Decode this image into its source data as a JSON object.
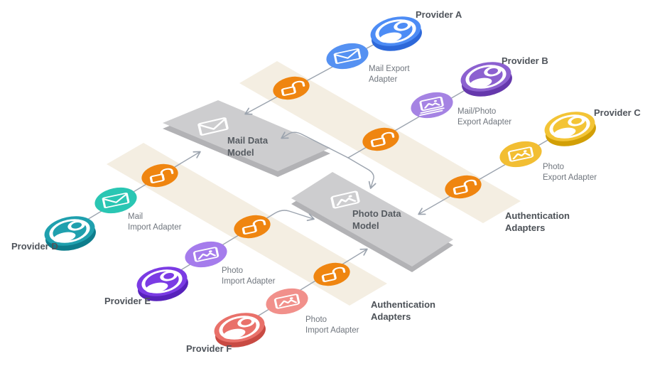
{
  "diagram": {
    "providers": [
      {
        "label": "Provider A"
      },
      {
        "label": "Provider B"
      },
      {
        "label": "Provider C"
      },
      {
        "label": "Provider D"
      },
      {
        "label": "Provider E"
      },
      {
        "label": "Provider F"
      }
    ],
    "adapters": [
      {
        "label": "Mail Export\nAdapter"
      },
      {
        "label": "Mail/Photo\nExport Adapter"
      },
      {
        "label": "Photo\nExport Adapter"
      },
      {
        "label": "Mail\nImport Adapter"
      },
      {
        "label": "Photo\nImport Adapter"
      },
      {
        "label": "Photo\nImport Adapter"
      }
    ],
    "models": [
      {
        "label": "Mail Data\nModel"
      },
      {
        "label": "Photo Data\nModel"
      }
    ],
    "zones": [
      {
        "label": "Authentication\nAdapters"
      },
      {
        "label": "Authentication\nAdapters"
      }
    ],
    "colors": {
      "band": "#F4EEE2",
      "connector": "#9BA3AE",
      "slab_top": "#CDCDCF",
      "slab_side": "#B2B2B5",
      "lock": "#EF8510",
      "provider_a": "#4D8CF5",
      "provider_a_dark": "#2D68D9",
      "provider_b": "#8C61D0",
      "provider_b_dark": "#6538AC",
      "provider_c": "#F3C436",
      "provider_c_dark": "#D29F06",
      "provider_d": "#1FA0AE",
      "provider_d_dark": "#0E7D8C",
      "provider_e": "#7B3BE4",
      "provider_e_dark": "#5722BB",
      "provider_f": "#E9716A",
      "provider_f_dark": "#C84A43",
      "adapter_mail_export": "#5591F2",
      "adapter_mailphoto_export": "#A583E3",
      "adapter_photo_export": "#F2BE33",
      "adapter_mail_import": "#2AC6B3",
      "adapter_photo_import_e": "#A57CEC",
      "adapter_photo_import_f": "#F1908B"
    }
  }
}
